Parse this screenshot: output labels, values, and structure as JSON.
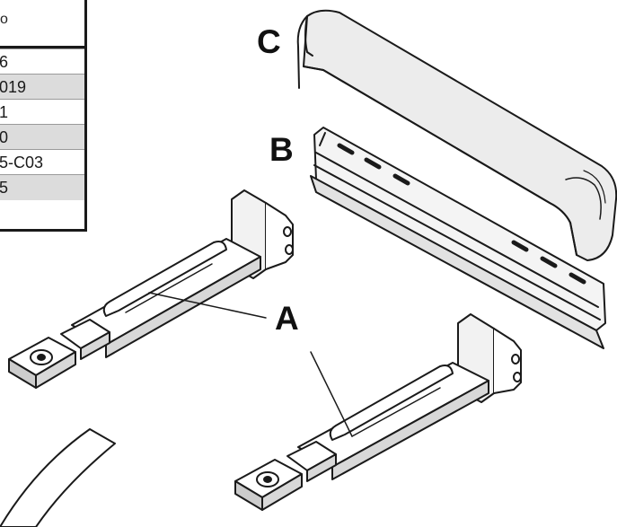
{
  "parts_table": {
    "header_fragment": "o",
    "rows": [
      "6",
      "019",
      "1",
      "0",
      "5-C03",
      "5"
    ]
  },
  "callouts": {
    "A": "A",
    "B": "B",
    "C": "C"
  },
  "colors": {
    "line": "#1a1a1a",
    "row_shade": "#dcdcdc"
  }
}
